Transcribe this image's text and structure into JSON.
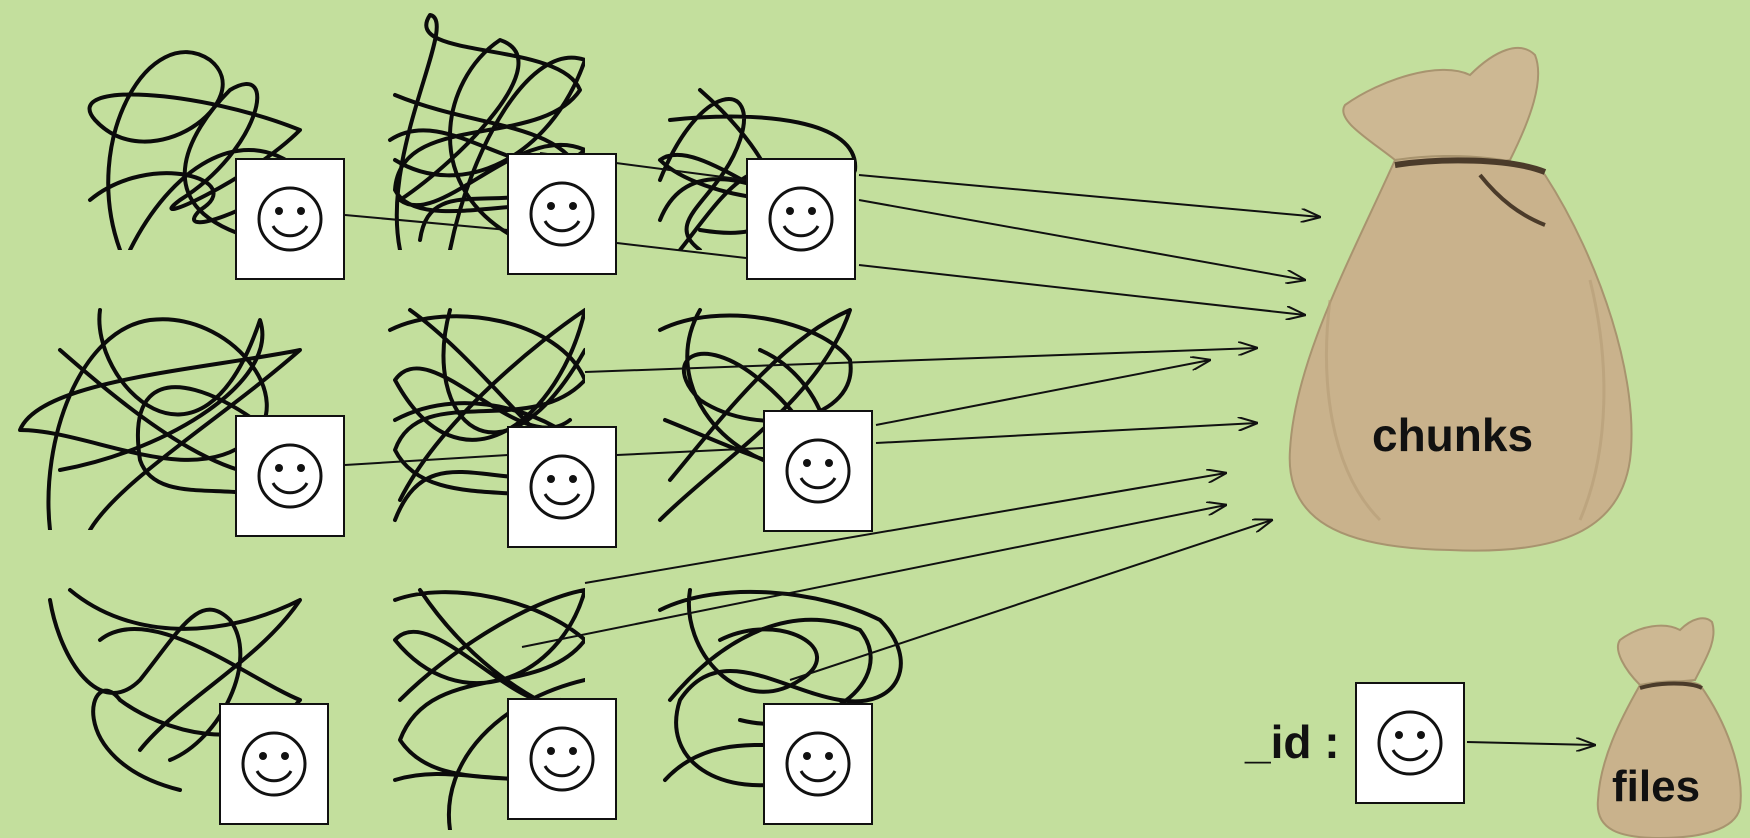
{
  "labels": {
    "chunks": "chunks",
    "files": "files",
    "id": "_id :"
  },
  "icons": {
    "chunk_id": "smiley-face-icon",
    "bag": "sack-icon"
  },
  "colors": {
    "background": "#c3df9d",
    "bag": "#c9b28c",
    "ink": "#111111"
  }
}
